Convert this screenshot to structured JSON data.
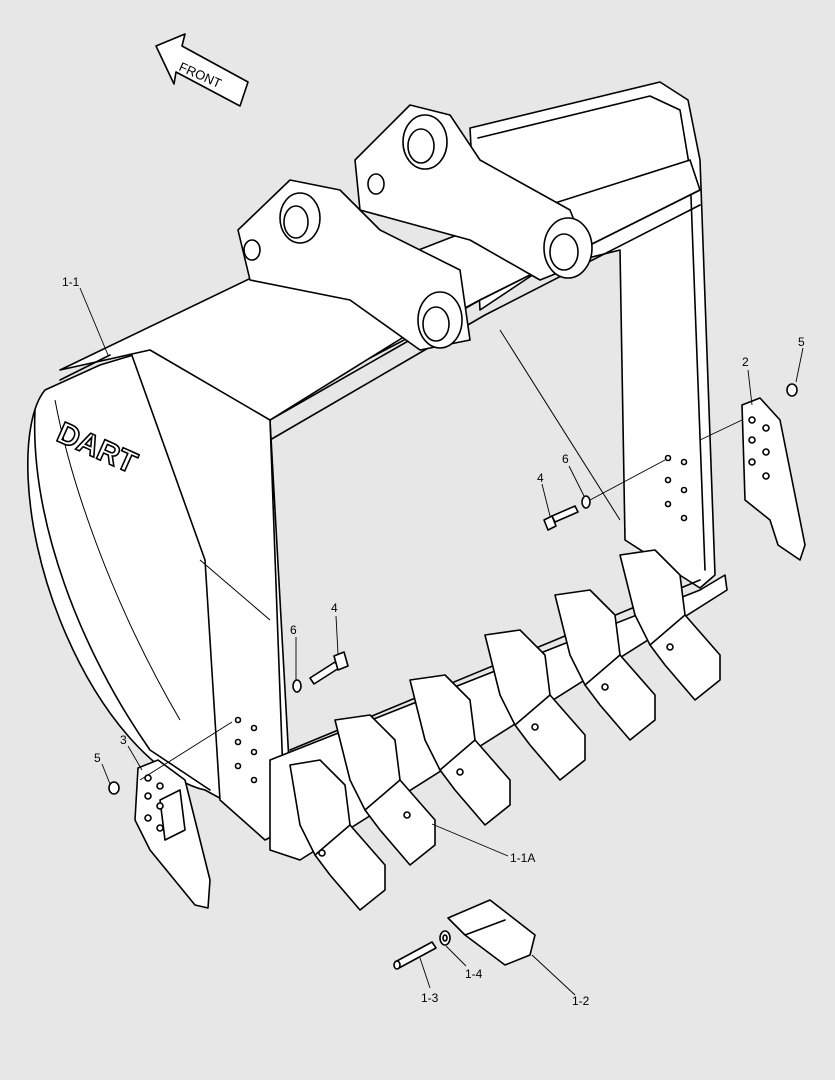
{
  "diagram": {
    "front_arrow_label": "FRONT",
    "brand_mark": "DART",
    "callouts": {
      "c_1_1": "1-1",
      "c_1_1a": "1-1A",
      "c_1_2": "1-2",
      "c_1_3": "1-3",
      "c_1_4": "1-4",
      "c_2": "2",
      "c_3": "3",
      "c_4_right": "4",
      "c_4_left": "4",
      "c_5_right": "5",
      "c_5_left": "5",
      "c_6_right": "6",
      "c_6_left": "6"
    },
    "colors": {
      "background": "#e7e7e7",
      "line": "#000000",
      "fill": "#ffffff"
    }
  }
}
